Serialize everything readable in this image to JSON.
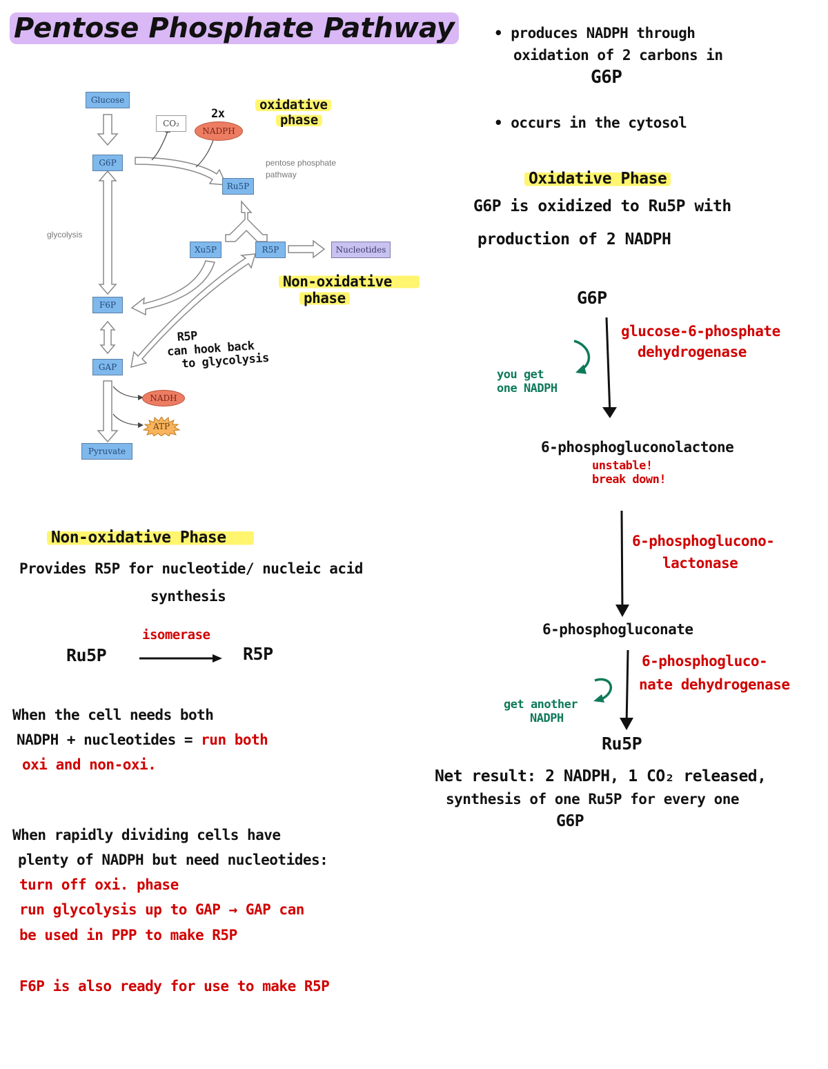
{
  "title": "Pentose Phosphate Pathway",
  "colors": {
    "title_highlight": "#d9b8f5",
    "section_highlight": "#fff56e",
    "enzyme_text": "#d00000",
    "nadph_note_text": "#0e7a5a",
    "metabolite_box": "#7fb8ec",
    "nucleotide_box": "#c8c2f0",
    "cofactor_ellipse": "#ec7d62"
  },
  "diagram": {
    "nodes": {
      "glucose": "Glucose",
      "g6p": "G6P",
      "co2": "CO₂",
      "nadph": "NADPH",
      "ru5p": "Ru5P",
      "xu5p": "Xu5P",
      "r5p": "R5P",
      "nucleotides": "Nucleotides",
      "f6p": "F6P",
      "gap": "GAP",
      "nadh": "NADH",
      "atp": "ATP",
      "pyruvate": "Pyruvate"
    },
    "labels": {
      "glycolysis": "glycolysis",
      "ppp": "pentose phosphate\npathway"
    },
    "annotations": {
      "nadph_multiplier": "2x",
      "oxidative_line1": "oxidative",
      "oxidative_line2": "phase",
      "nonox_line1": "Non-oxidative",
      "nonox_line2": "phase",
      "r5p_note_line1": "R5P",
      "r5p_note_line2": "can hook back",
      "r5p_note_line3": "to glycolysis"
    }
  },
  "intro": {
    "bullet1_line1": "• produces NADPH through",
    "bullet1_line2": "oxidation of 2 carbons in",
    "bullet1_line3": "G6P",
    "bullet2": "• occurs in the cytosol"
  },
  "oxidative_phase": {
    "heading": "Oxidative Phase",
    "desc_line1": "G6P is oxidized to Ru5P with",
    "desc_line2": "production of 2 NADPH",
    "steps": [
      {
        "metabolite": "G6P"
      },
      {
        "metabolite": "6-phosphogluconolactone",
        "note_line1": "unstable!",
        "note_line2": "break down!"
      },
      {
        "metabolite": "6-phosphogluconate"
      },
      {
        "metabolite": "Ru5P"
      }
    ],
    "enzymes": [
      {
        "line1": "glucose-6-phosphate",
        "line2": "dehydrogenase",
        "nadph_note_line1": "you get",
        "nadph_note_line2": "one NADPH"
      },
      {
        "line1": "6-phosphoglucono-",
        "line2": "lactonase"
      },
      {
        "line1": "6-phosphogluco-",
        "line2": "nate dehydrogenase",
        "nadph_note_line1": "get another",
        "nadph_note_line2": "NADPH"
      }
    ],
    "net_line1": "Net result: 2 NADPH, 1 CO₂ released,",
    "net_line2": "synthesis of one Ru5P for every one",
    "net_line3": "G6P"
  },
  "non_oxidative_phase": {
    "heading": "Non-oxidative Phase",
    "desc_line1": "Provides R5P for nucleotide/ nucleic acid",
    "desc_line2": "synthesis",
    "reaction": {
      "reactant": "Ru5P",
      "enzyme": "isomerase",
      "product": "R5P"
    },
    "case1_line1": "When the cell needs both",
    "case1_line2": "NADPH + nucleotides = ",
    "case1_line2_red": "run both",
    "case1_line3_red": "oxi and non-oxi.",
    "case2_line1": "When rapidly dividing cells have",
    "case2_line2": "plenty of NADPH but need nucleotides:",
    "case2_line3_red": "turn off oxi. phase",
    "case2_line4_red": "run glycolysis up to GAP → GAP can",
    "case2_line5_red": "be used in PPP to make R5P",
    "case2_line6_red": "F6P is also ready for use to make R5P"
  }
}
